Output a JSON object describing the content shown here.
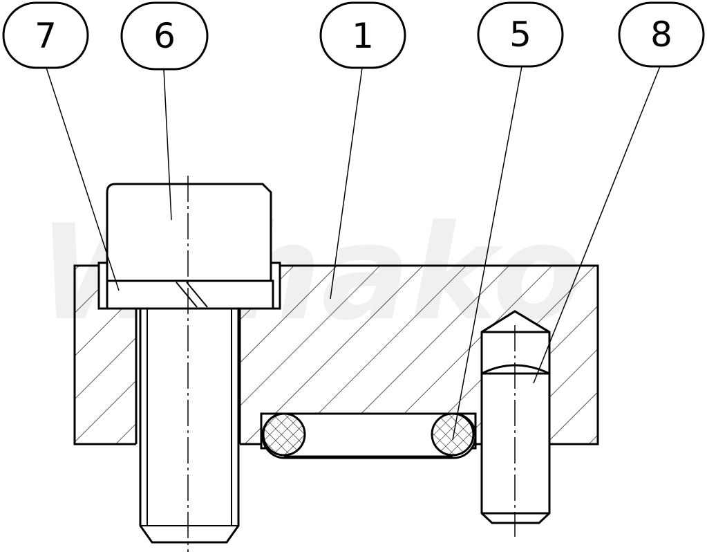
{
  "diagram": {
    "type": "mechanical-section-drawing",
    "watermark": "Wihako",
    "balloons": [
      {
        "number": "7",
        "part": "washer"
      },
      {
        "number": "6",
        "part": "socket-head-cap-screw"
      },
      {
        "number": "1",
        "part": "plate"
      },
      {
        "number": "5",
        "part": "o-ring"
      },
      {
        "number": "8",
        "part": "dowel-pin"
      }
    ]
  }
}
